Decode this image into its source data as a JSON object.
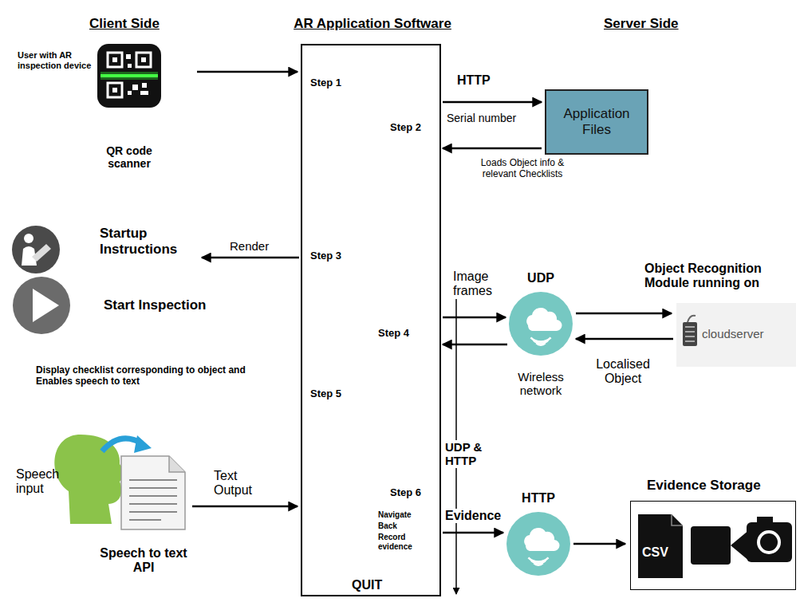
{
  "diagram": {
    "nodes": [
      {
        "text": [
          "AR Application Software",
          "Step 1",
          "Step 2",
          "Step 3",
          "Step 4",
          "Step 5",
          "Step 6",
          "Navigate",
          "Back",
          "Record evidence",
          "QUIT"
        ]
      },
      {
        "text": [
          "QR code scanner"
        ]
      },
      {
        "text": [
          "Application Files"
        ]
      },
      {
        "text": [
          "Startup Instructions"
        ]
      },
      {
        "text": [
          "Start Inspection"
        ]
      },
      {
        "text": [
          "UDP",
          "Wireless network"
        ]
      },
      {
        "text": [
          "Object Recognition Module running on",
          "cloudserver"
        ]
      },
      {
        "text": [
          "Speech to text API"
        ]
      },
      {
        "text": [
          "HTTP"
        ]
      },
      {
        "text": [
          "Evidence Storage",
          "CSV"
        ]
      }
    ],
    "edges": [
      {
        "from": 1,
        "to": 0,
        "arrow": "to"
      },
      {
        "from": 0,
        "to": 2,
        "label": "Serial number",
        "arrow": "to"
      },
      {
        "from": 2,
        "to": 0,
        "label": "Loads Object info & relevant Checklists",
        "arrow": "to"
      },
      {
        "from": 0,
        "to": 3,
        "label": "Render",
        "arrow": "to"
      },
      {
        "from": 0,
        "to": 5,
        "label": "Image frames",
        "arrow": "to"
      },
      {
        "from": 5,
        "to": 6,
        "arrow": "to"
      },
      {
        "from": 6,
        "to": 5,
        "label": "Localised Object",
        "arrow": "to"
      },
      {
        "from": 5,
        "to": 0,
        "arrow": "to"
      },
      {
        "from": 7,
        "to": 0,
        "label": "Text Output",
        "arrow": "to"
      },
      {
        "from": 0,
        "to": 8,
        "label": "Evidence",
        "arrow": "to"
      },
      {
        "from": 8,
        "to": 9,
        "arrow": "to"
      }
    ],
    "labels": [
      "Client Side",
      "Server Side",
      "User with AR inspection device",
      "HTTP",
      "Display checklist corresponding to object and Enables speech to text",
      "Speech input",
      "UDP & HTTP"
    ]
  }
}
